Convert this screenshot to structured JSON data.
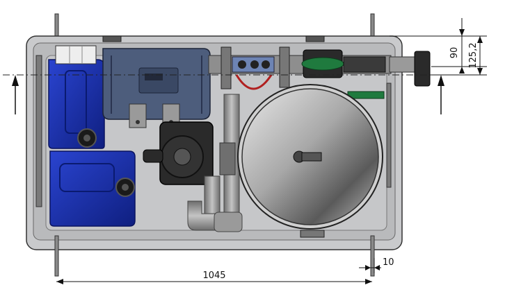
{
  "dimensions": {
    "width_bottom": "1045",
    "gap_bottom": "10",
    "height_inner": "90",
    "height_outer": "125,2"
  },
  "colors": {
    "housing": "#c9cacc",
    "housing_inner": "#b8b9bb",
    "tank_blue": "#1a2fa8",
    "controller": "#4a5a78",
    "pipe_grey": "#9a9a9a",
    "valve_green": "#1f7a3e",
    "filter_disc": "#9c9c9c",
    "dim_line": "#111111"
  }
}
